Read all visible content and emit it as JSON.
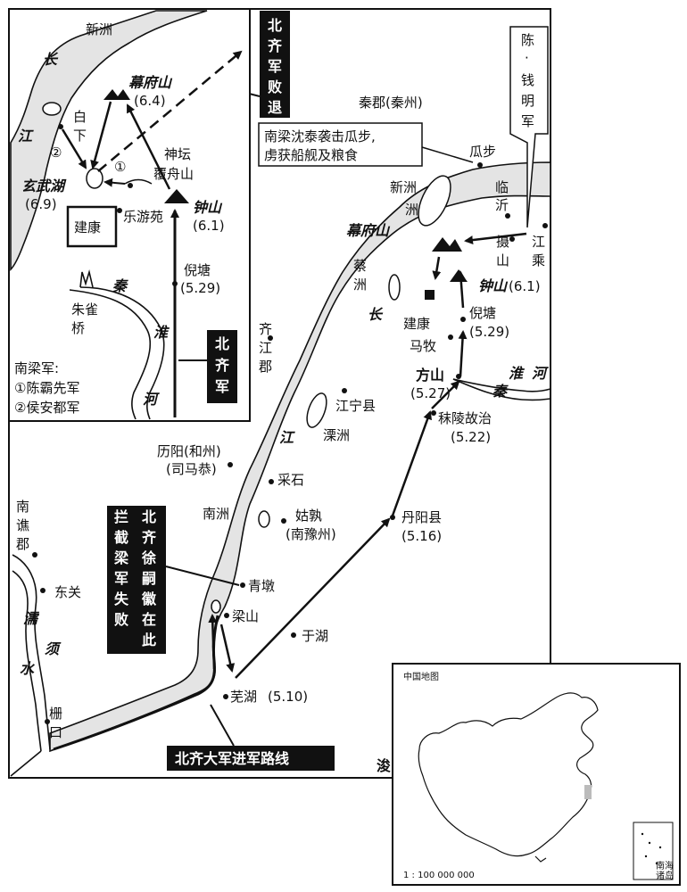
{
  "inset": {
    "places": {
      "xinzhou": "新洲",
      "mufushan": "幕府山",
      "mufushan_date": "(6.4)",
      "baixia_1": "白",
      "baixia_2": "下",
      "shentan": "神坛",
      "fuzhoushan": "覆舟山",
      "xuanwuhu": "玄武湖",
      "xuanwuhu_date": "(6.9)",
      "jiankang": "建康",
      "leyouyuan": "乐游苑",
      "zhongshan": "钟山",
      "zhongshan_date": "(6.1)",
      "nitang": "倪塘",
      "nitang_date": "(5.29)",
      "zhuqueqiao_1": "朱雀",
      "zhuqueqiao_2": "桥",
      "circled1": "①",
      "circled2": "②"
    },
    "rivers": {
      "chang": "长",
      "jiang": "江",
      "qin": "秦",
      "huai": "淮",
      "he": "河"
    },
    "beiqi_label": [
      "北",
      "齐",
      "军"
    ],
    "legend": {
      "title": "南梁军:",
      "item1": "①陈霸先军",
      "item2": "②侯安都军"
    }
  },
  "callouts": {
    "beiqi_defeat": [
      "北",
      "齐",
      "军",
      "败",
      "退"
    ],
    "chen_qian": [
      "陈",
      "·",
      "钱",
      "明",
      "军"
    ],
    "shen_tai_line1": "南梁沈泰袭击瓜步,",
    "shen_tai_line2": "虏获船舰及粮食",
    "xu_sihui": [
      [
        "北",
        "齐",
        "徐",
        "嗣",
        "徽",
        "在",
        "此"
      ],
      [
        "拦",
        "截",
        "梁",
        "军",
        "失",
        "败"
      ]
    ],
    "main_route": "北齐大军进军路线"
  },
  "main": {
    "places": {
      "qinjun": "秦郡(秦州)",
      "guabu": "瓜步",
      "xinzhou": "新洲",
      "linyi_1": "临",
      "linyi_2": "沂",
      "mufushan": "幕府山",
      "sheshan_1": "摄",
      "sheshan_2": "山",
      "jiangcheng_1": "江",
      "jiangcheng_2": "乘",
      "caizhou_1": "蔡",
      "caizhou_2": "洲",
      "zhongshan": "钟山",
      "zhongshan_date": "(6.1)",
      "jiankang": "建康",
      "nitang": "倪塘",
      "nitang_date": "(5.29)",
      "mamu": "马牧",
      "fangshan": "方山",
      "fangshan_date": "(5.27)",
      "qijiangjun": [
        "齐",
        "江",
        "郡"
      ],
      "jiangning": "江宁县",
      "moling": "秣陵故治",
      "moling_date": "(5.22)",
      "lishui": "溧洲",
      "liyang": "历阳(和州)",
      "simatai": "(司马恭)",
      "caishi": "采石",
      "nanzhou": "南洲",
      "gushu": "姑孰",
      "nanyuzhou": "(南豫州)",
      "danyang": "丹阳县",
      "danyang_date": "(5.16)",
      "nanqiaojun": [
        "南",
        "谯",
        "郡"
      ],
      "dongguan": "东关",
      "qingdun": "青墩",
      "liangshan": "梁山",
      "yuhu": "于湖",
      "wuhu": "芜湖",
      "wuhu_date": "(5.10)",
      "shankou_1": "栅",
      "shankou_2": "口",
      "jun": "浚"
    },
    "rivers": {
      "chang": "长",
      "jiang": "江",
      "qin": "秦",
      "huai": "淮",
      "he": "河",
      "ru": "濡",
      "xu": "须",
      "shui": "水"
    }
  },
  "china_inset": {
    "title": "中国地图",
    "scale": "1 : 100 000 000",
    "south_sea_1": "南海",
    "south_sea_2": "诸岛"
  }
}
